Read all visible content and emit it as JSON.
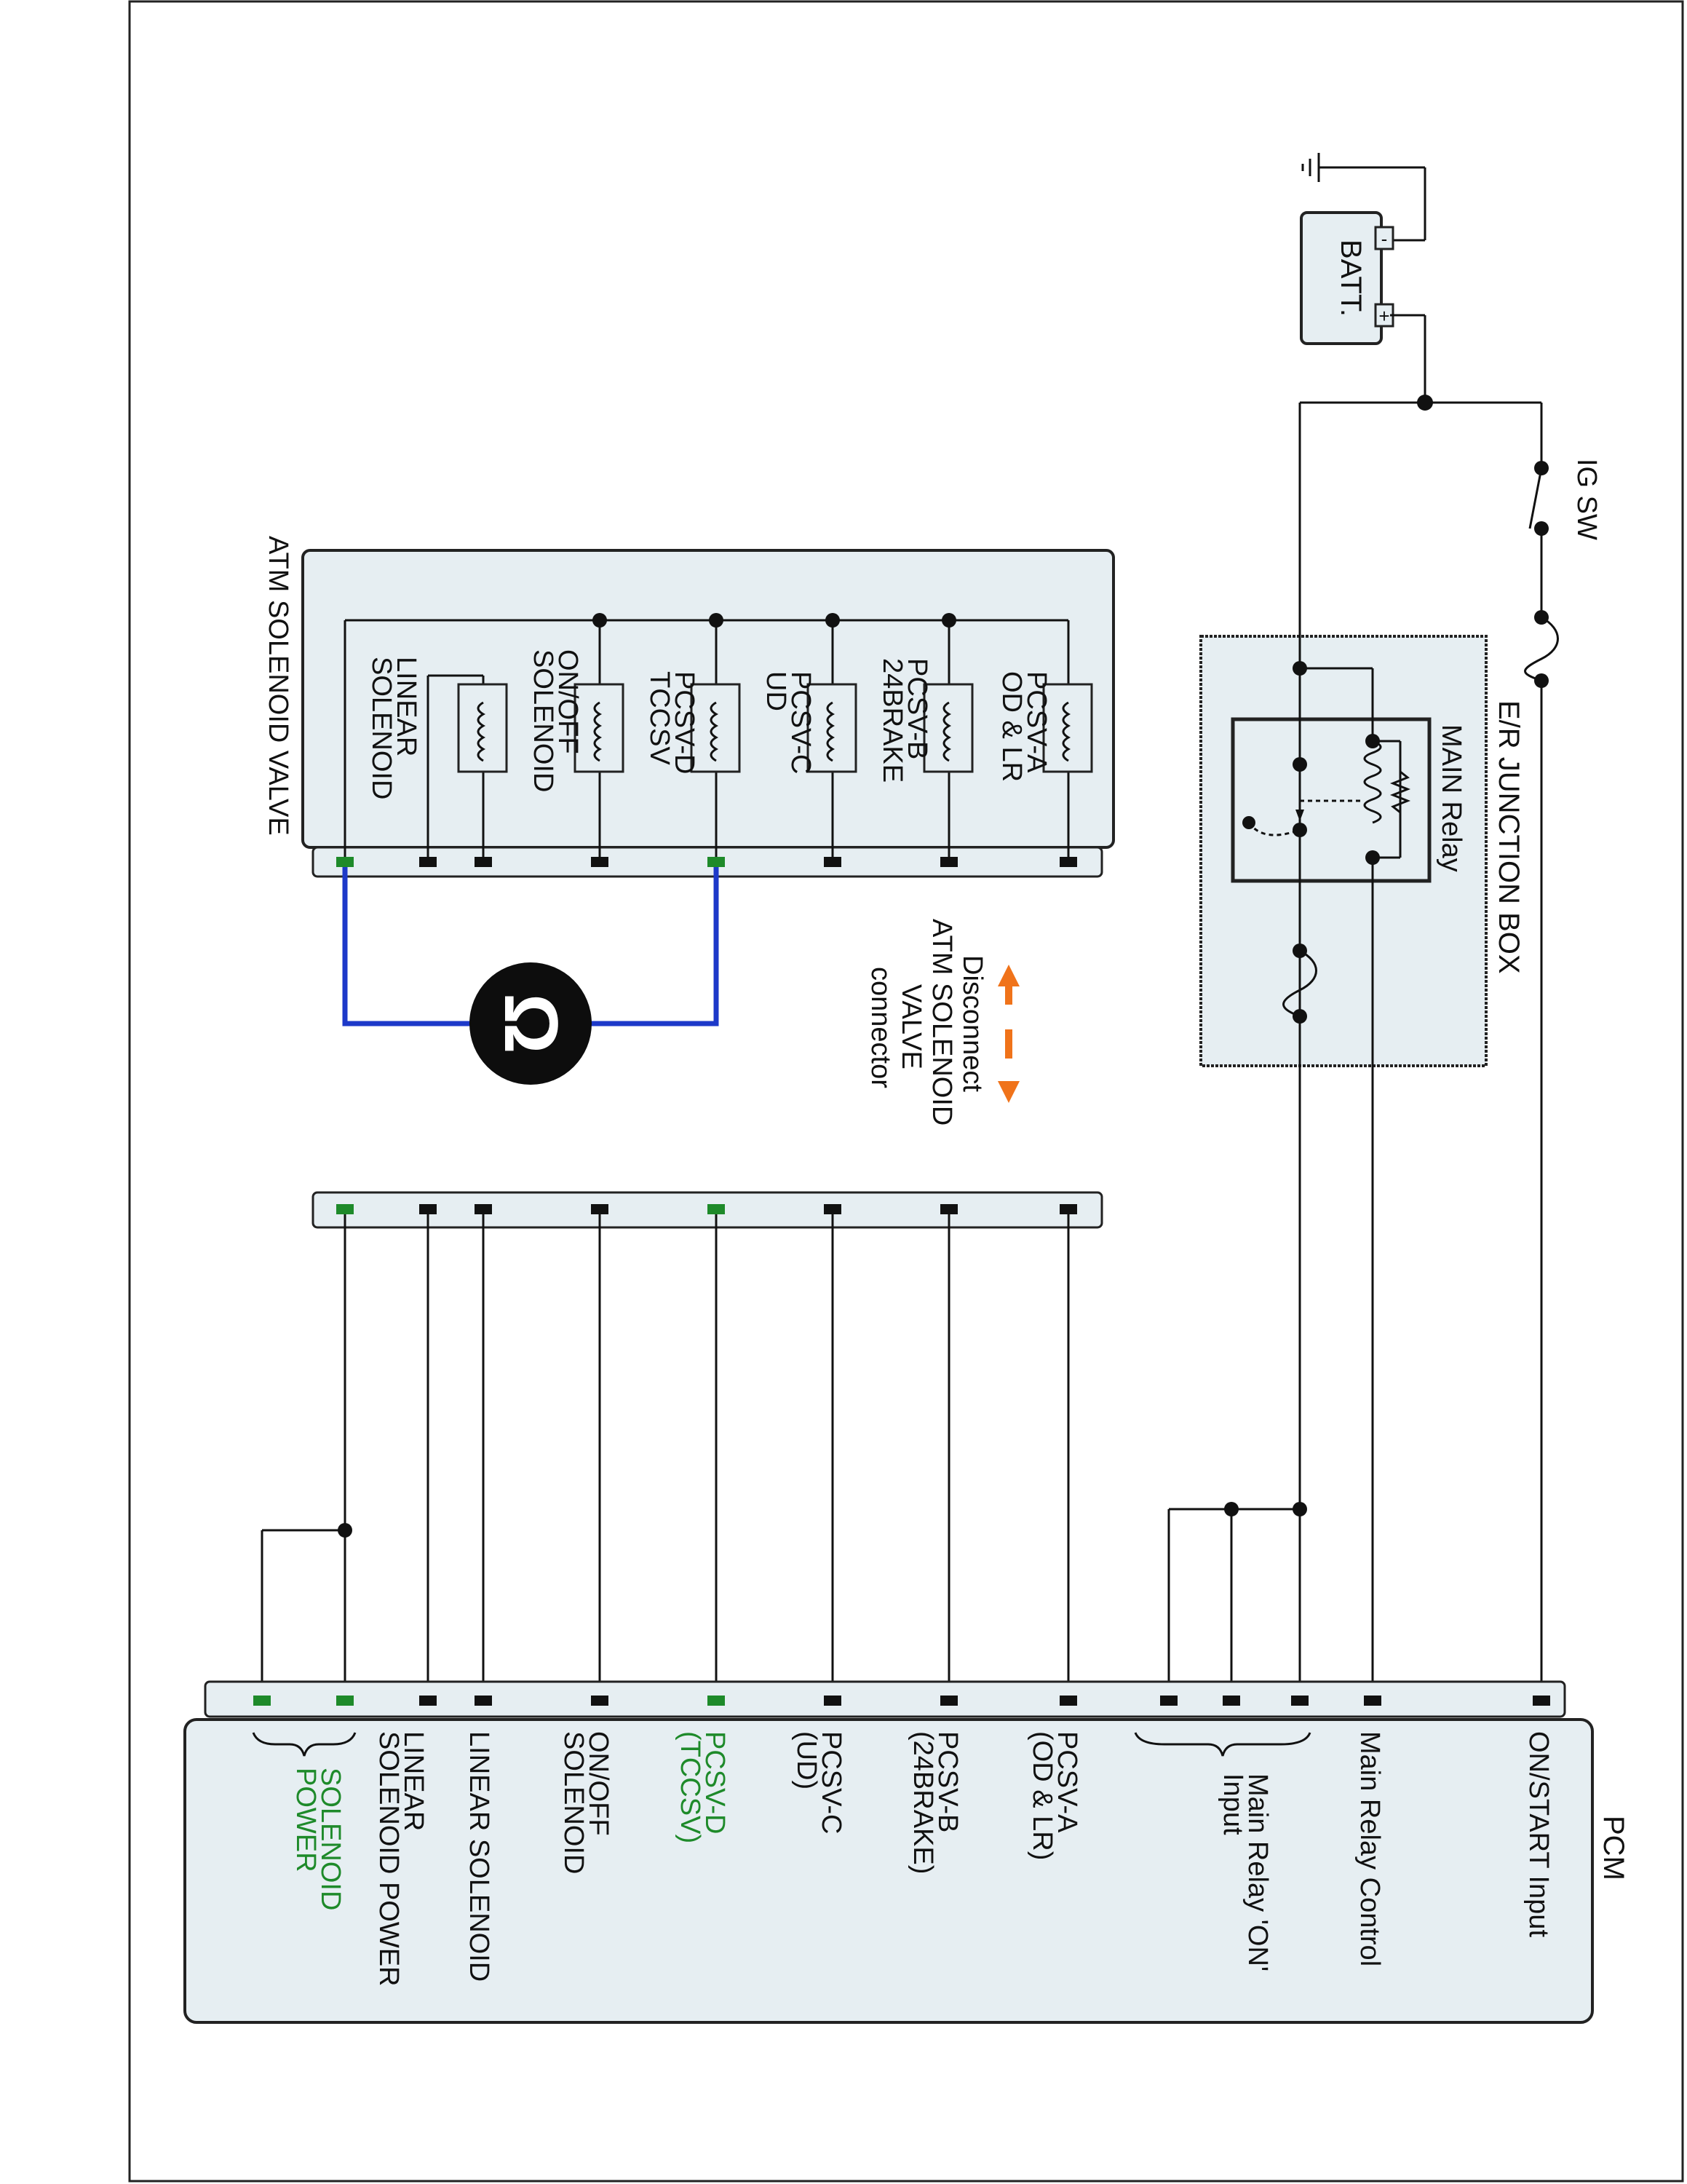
{
  "colors": {
    "accent_green": "#1e8a2a",
    "meter_wire": "#1d39c9",
    "arrow": "#f0731a",
    "panel_fill": "#e6eef2"
  },
  "battery": {
    "label": "BATT.",
    "minus": "-",
    "plus": "+"
  },
  "ig_switch": {
    "label": "IG SW"
  },
  "junction_box": {
    "title": "E/R JUNCTION BOX",
    "relay_label": "MAIN Relay"
  },
  "solenoid_valve": {
    "title": "ATM SOLENOID VALVE",
    "solenoids": [
      {
        "label_line1": "PCSV-A",
        "label_line2": "OD & LR"
      },
      {
        "label_line1": "PCSV-B",
        "label_line2": "24BRAKE"
      },
      {
        "label_line1": "PCSV-C",
        "label_line2": "UD"
      },
      {
        "label_line1": "PCSV-D",
        "label_line2": "TCCSV"
      },
      {
        "label_line1": "ON/OFF",
        "label_line2": "SOLENOID"
      },
      {
        "label_line1": "LINEAR",
        "label_line2": "SOLENOID"
      }
    ]
  },
  "meter": {
    "symbol": "Ω",
    "icon": "ohmmeter-icon"
  },
  "instruction": {
    "line1": "Disconnect",
    "line2": "ATM SOLENOID",
    "line3": "VALVE",
    "line4": "connector",
    "icon": "double-arrow-icon"
  },
  "pcm": {
    "title": "PCM",
    "pins": [
      {
        "line1": "ON/START Input",
        "line2": ""
      },
      {
        "line1": "Main Relay Control",
        "line2": ""
      },
      {
        "line1": "Main Relay 'ON'",
        "line2": "Input"
      },
      {
        "line1": "PCSV-A",
        "line2": "(OD & LR)"
      },
      {
        "line1": "PCSV-B",
        "line2": "(24BRAKE)"
      },
      {
        "line1": "PCSV-C",
        "line2": "(UD)"
      },
      {
        "line1": "PCSV-D",
        "line2": "(TCCSV)"
      },
      {
        "line1": "ON/OFF",
        "line2": "SOLENOID"
      },
      {
        "line1": "LINEAR SOLENOID",
        "line2": ""
      },
      {
        "line1": "LINEAR",
        "line2": "SOLENOID POWER"
      },
      {
        "line1": "SOLENOID",
        "line2": "POWER"
      }
    ]
  }
}
